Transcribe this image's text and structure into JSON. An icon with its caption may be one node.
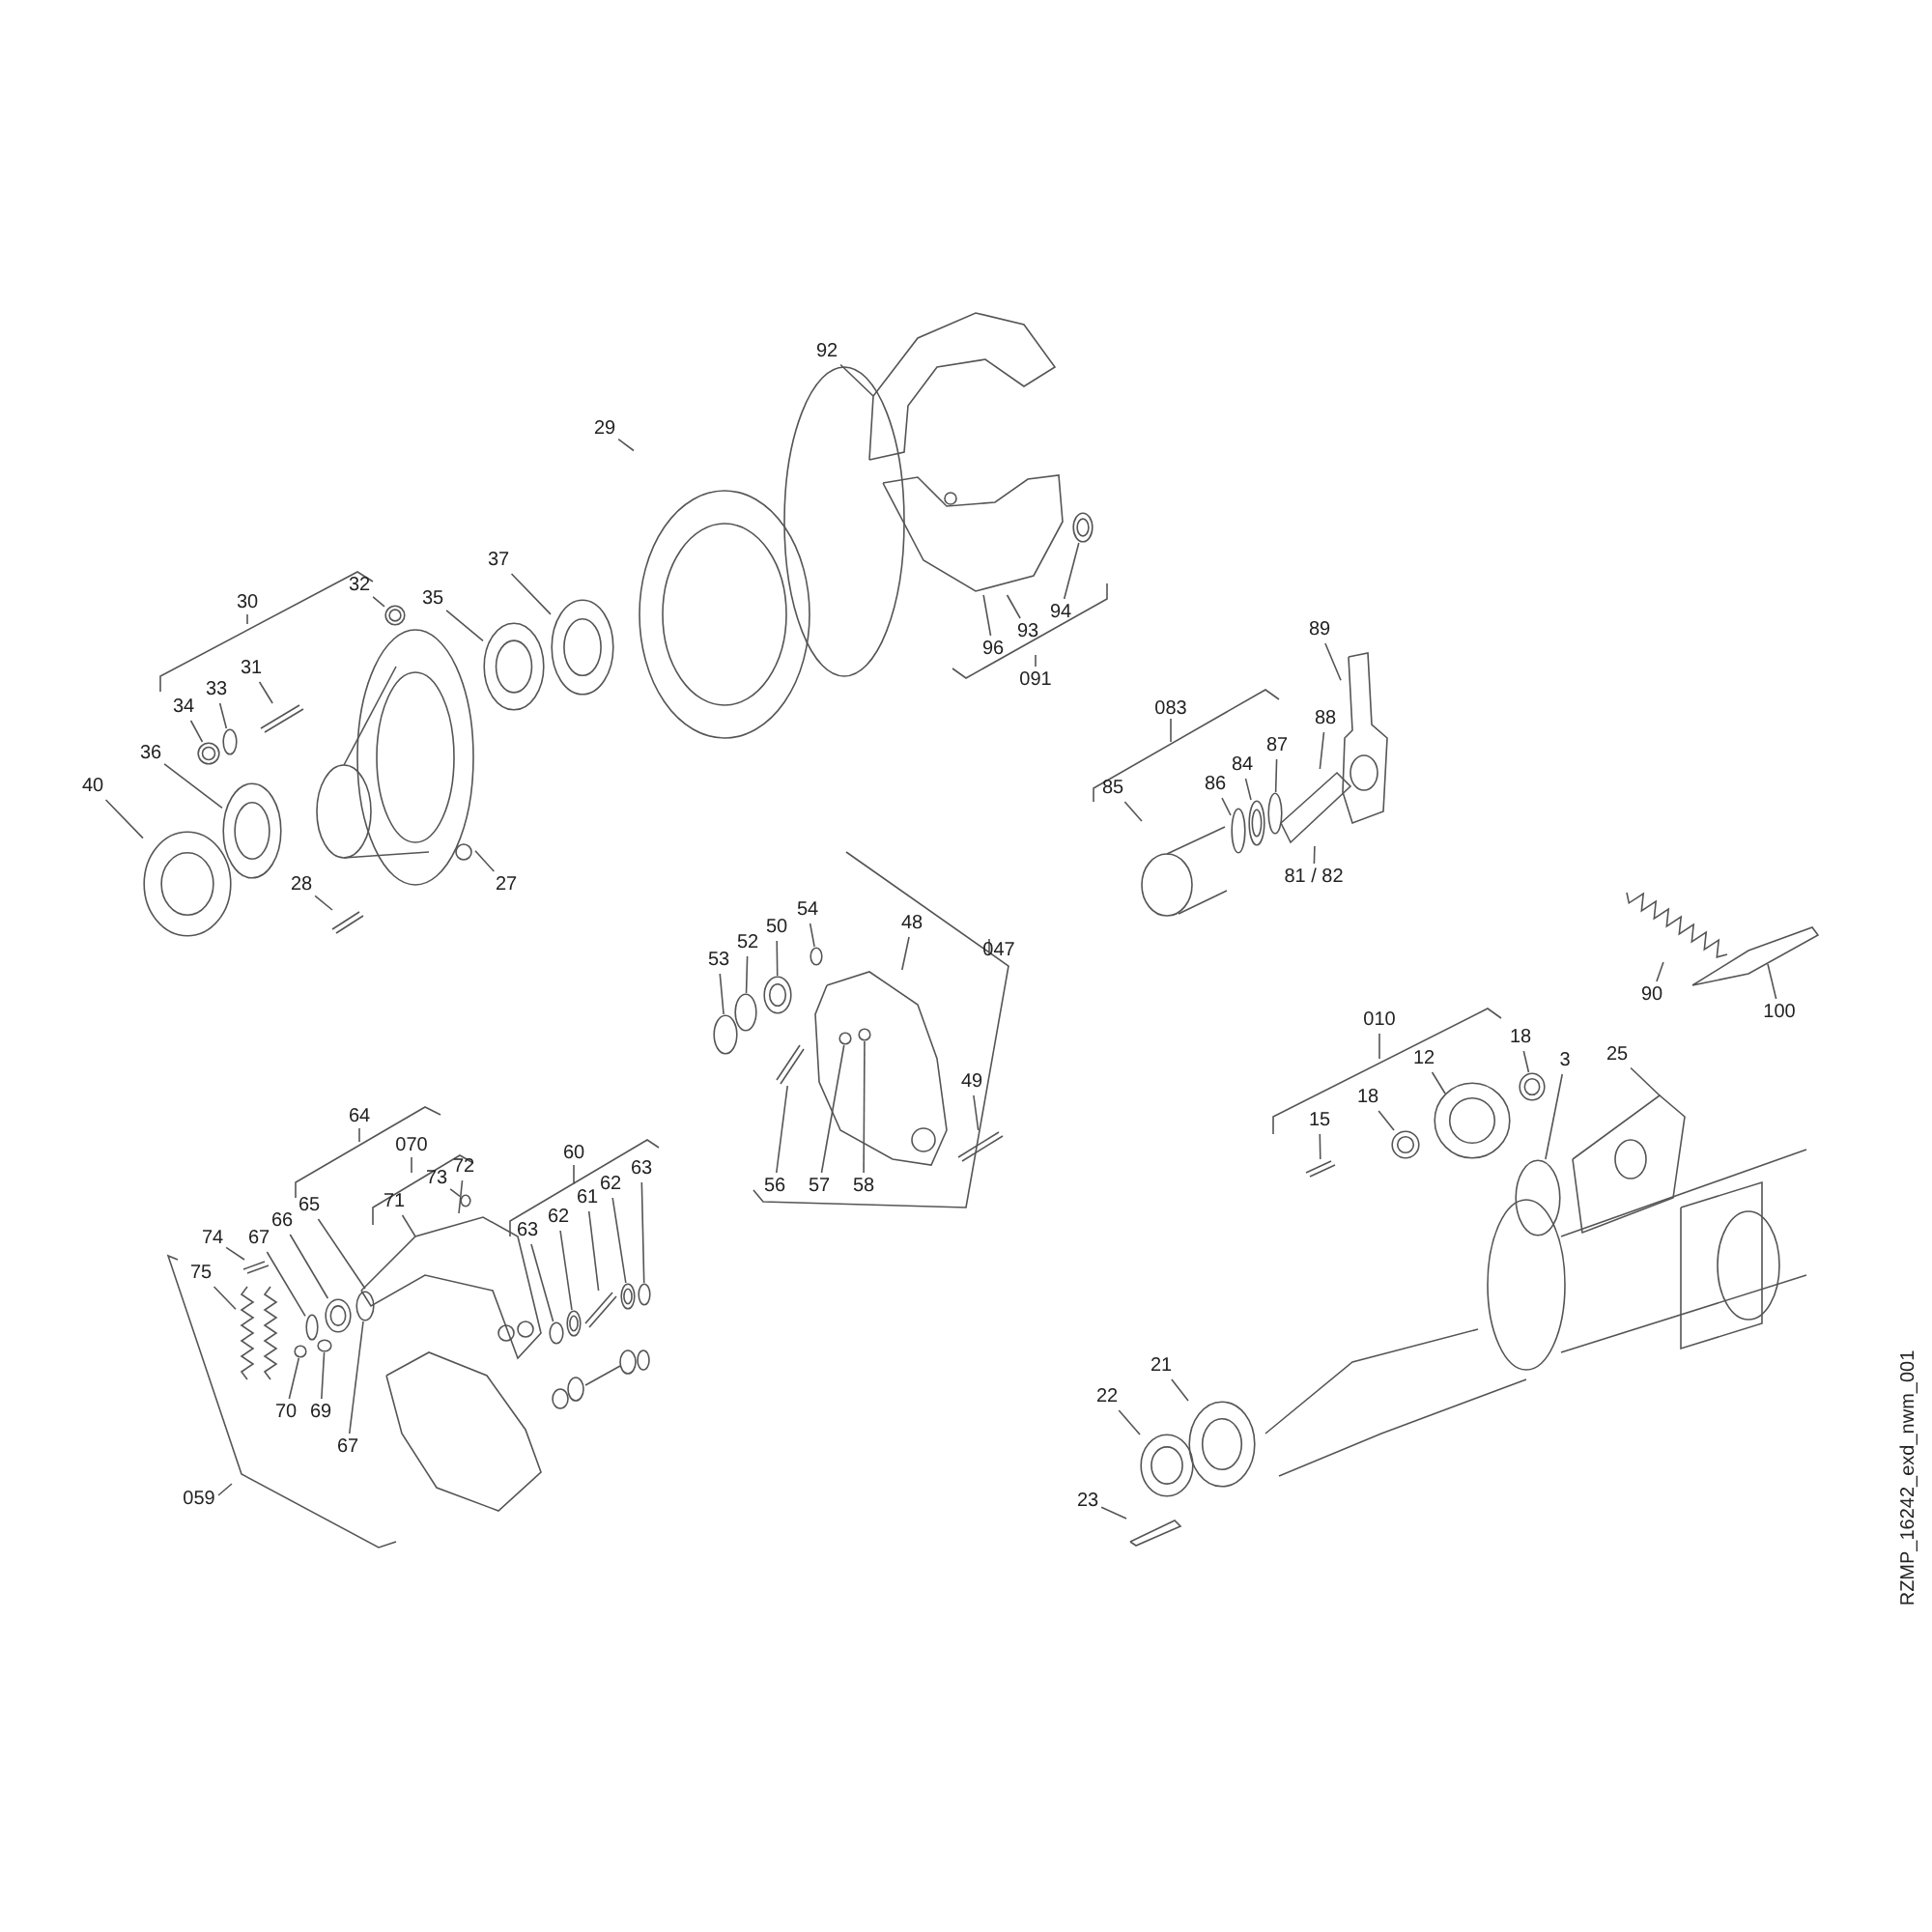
{
  "diagram": {
    "nodes": [
      {
        "text": [
          "92"
        ]
      },
      {
        "text": [
          "29"
        ]
      },
      {
        "text": [
          "96"
        ]
      },
      {
        "text": [
          "93"
        ]
      },
      {
        "text": [
          "94"
        ]
      },
      {
        "text": [
          "37"
        ]
      },
      {
        "text": [
          "35"
        ]
      },
      {
        "text": [
          "32"
        ]
      },
      {
        "text": [
          "31"
        ]
      },
      {
        "text": [
          "33"
        ]
      },
      {
        "text": [
          "34"
        ]
      },
      {
        "text": [
          "36"
        ]
      },
      {
        "text": [
          "40"
        ]
      },
      {
        "text": [
          "28"
        ]
      },
      {
        "text": [
          "27"
        ]
      },
      {
        "text": [
          "89"
        ]
      },
      {
        "text": [
          "88"
        ]
      },
      {
        "text": [
          "87"
        ]
      },
      {
        "text": [
          "84"
        ]
      },
      {
        "text": [
          "86"
        ]
      },
      {
        "text": [
          "85"
        ]
      },
      {
        "text": [
          "81 / 82"
        ]
      },
      {
        "text": [
          "90"
        ]
      },
      {
        "text": [
          "100"
        ]
      },
      {
        "text": [
          "54"
        ]
      },
      {
        "text": [
          "48"
        ]
      },
      {
        "text": [
          "50"
        ]
      },
      {
        "text": [
          "52"
        ]
      },
      {
        "text": [
          "53"
        ]
      },
      {
        "text": [
          "49"
        ]
      },
      {
        "text": [
          "56"
        ]
      },
      {
        "text": [
          "57"
        ]
      },
      {
        "text": [
          "58"
        ]
      },
      {
        "text": [
          "18"
        ]
      },
      {
        "text": [
          "12"
        ]
      },
      {
        "text": [
          "3"
        ]
      },
      {
        "text": [
          "25"
        ]
      },
      {
        "text": [
          "18"
        ]
      },
      {
        "text": [
          "15"
        ]
      },
      {
        "text": [
          "72"
        ]
      },
      {
        "text": [
          "73"
        ]
      },
      {
        "text": [
          "71"
        ]
      },
      {
        "text": [
          "65"
        ]
      },
      {
        "text": [
          "66"
        ]
      },
      {
        "text": [
          "67"
        ]
      },
      {
        "text": [
          "74"
        ]
      },
      {
        "text": [
          "75"
        ]
      },
      {
        "text": [
          "63"
        ]
      },
      {
        "text": [
          "62"
        ]
      },
      {
        "text": [
          "61"
        ]
      },
      {
        "text": [
          "62"
        ]
      },
      {
        "text": [
          "63"
        ]
      },
      {
        "text": [
          "70"
        ]
      },
      {
        "text": [
          "69"
        ]
      },
      {
        "text": [
          "67"
        ]
      },
      {
        "text": [
          "21"
        ]
      },
      {
        "text": [
          "22"
        ]
      },
      {
        "text": [
          "23"
        ]
      },
      {
        "text": [],
        "shape": "picture"
      },
      {
        "text": [],
        "shape": "picture"
      },
      {
        "text": [],
        "shape": "picture"
      },
      {
        "text": [],
        "shape": "picture"
      },
      {
        "text": [],
        "shape": "picture"
      },
      {
        "text": [],
        "shape": "picture"
      },
      {
        "text": [],
        "shape": "picture"
      },
      {
        "text": [],
        "shape": "picture"
      },
      {
        "text": [],
        "shape": "circle"
      },
      {
        "text": [],
        "shape": "picture"
      },
      {
        "text": [],
        "shape": "picture"
      },
      {
        "text": [],
        "shape": "picture"
      },
      {
        "text": [],
        "shape": "picture"
      },
      {
        "text": [],
        "shape": "picture"
      },
      {
        "text": [],
        "shape": "picture"
      },
      {
        "text": [],
        "shape": "picture"
      },
      {
        "text": [],
        "shape": "circle"
      },
      {
        "text": [],
        "shape": "picture"
      },
      {
        "text": [],
        "shape": "circle"
      },
      {
        "text": [],
        "shape": "picture"
      },
      {
        "text": [],
        "shape": "picture"
      },
      {
        "text": [],
        "shape": "picture"
      },
      {
        "text": [],
        "shape": "circle"
      },
      {
        "text": [],
        "shape": "picture"
      },
      {
        "text": [],
        "shape": "picture"
      },
      {
        "text": [],
        "shape": "circle"
      },
      {
        "text": [],
        "shape": "circle"
      },
      {
        "text": [],
        "shape": "picture"
      },
      {
        "text": [],
        "shape": "picture"
      },
      {
        "text": [],
        "shape": "circle",
        "in": 81
      },
      {
        "text": [],
        "shape": "circle",
        "in": 81
      },
      {
        "text": [],
        "shape": "picture"
      },
      {
        "text": [],
        "shape": "picture"
      },
      {
        "text": [],
        "shape": "circle"
      },
      {
        "text": [],
        "shape": "picture"
      },
      {
        "text": [],
        "shape": "picture"
      },
      {
        "text": [],
        "shape": "picture"
      },
      {
        "text": [],
        "shape": "picture"
      },
      {
        "text": [],
        "shape": "circle"
      },
      {
        "text": [],
        "shape": "picture"
      },
      {
        "text": [],
        "shape": "circle"
      },
      {
        "text": [],
        "shape": "picture"
      },
      {
        "text": [],
        "shape": "picture"
      },
      {
        "text": [],
        "shape": "circle"
      },
      {
        "text": [],
        "shape": "picture"
      },
      {
        "text": [],
        "shape": "picture"
      },
      {
        "text": [],
        "shape": "picture"
      },
      {
        "text": [],
        "shape": "circle"
      },
      {
        "text": [],
        "shape": "circle"
      },
      {
        "text": [],
        "shape": "circle"
      },
      {
        "text": [],
        "shape": "circle"
      },
      {
        "text": [],
        "shape": "picture"
      },
      {
        "text": [],
        "shape": "picture"
      },
      {
        "text": [],
        "shape": "picture"
      }
    ],
    "edges": [
      {
        "from": 0,
        "to": 58,
        "arrow": "none"
      },
      {
        "from": 1,
        "to": 59,
        "arrow": "none"
      },
      {
        "from": 2,
        "to": 60,
        "arrow": "none"
      },
      {
        "from": 3,
        "to": 60,
        "arrow": "none"
      },
      {
        "from": 4,
        "to": 61,
        "arrow": "none"
      },
      {
        "from": 5,
        "to": 62,
        "arrow": "none"
      },
      {
        "from": 6,
        "to": 63,
        "arrow": "none"
      },
      {
        "from": 7,
        "to": 64,
        "arrow": "none"
      },
      {
        "from": 8,
        "to": 65,
        "arrow": "none"
      },
      {
        "from": 9,
        "to": 66,
        "arrow": "none"
      },
      {
        "from": 10,
        "to": 67,
        "arrow": "none"
      },
      {
        "from": 11,
        "to": 68,
        "arrow": "none"
      },
      {
        "from": 12,
        "to": 69,
        "arrow": "none"
      },
      {
        "from": 13,
        "to": 70,
        "arrow": "none"
      },
      {
        "from": 14,
        "to": 71,
        "arrow": "none"
      },
      {
        "from": 15,
        "to": 72,
        "arrow": "none"
      },
      {
        "from": 16,
        "to": 73,
        "arrow": "none"
      },
      {
        "from": 17,
        "to": 74,
        "arrow": "none"
      },
      {
        "from": 18,
        "to": 75,
        "arrow": "none"
      },
      {
        "from": 19,
        "to": 76,
        "arrow": "none"
      },
      {
        "from": 20,
        "to": 77,
        "arrow": "none"
      },
      {
        "from": 21,
        "to": 73,
        "arrow": "none"
      },
      {
        "from": 22,
        "to": 78,
        "arrow": "none"
      },
      {
        "from": 23,
        "to": 79,
        "arrow": "none"
      },
      {
        "from": 24,
        "to": 80,
        "arrow": "none"
      },
      {
        "from": 25,
        "to": 81,
        "arrow": "none"
      },
      {
        "from": 26,
        "to": 82,
        "arrow": "none"
      },
      {
        "from": 27,
        "to": 83,
        "arrow": "none"
      },
      {
        "from": 28,
        "to": 84,
        "arrow": "none"
      },
      {
        "from": 29,
        "to": 85,
        "arrow": "none"
      },
      {
        "from": 30,
        "to": 86,
        "arrow": "none"
      },
      {
        "from": 31,
        "to": 87,
        "arrow": "none"
      },
      {
        "from": 32,
        "to": 88,
        "arrow": "none"
      },
      {
        "from": 33,
        "to": 89,
        "arrow": "none"
      },
      {
        "from": 34,
        "to": 90,
        "arrow": "none"
      },
      {
        "from": 35,
        "to": 91,
        "arrow": "none"
      },
      {
        "from": 36,
        "to": 92,
        "arrow": "none"
      },
      {
        "from": 37,
        "to": 93,
        "arrow": "none"
      },
      {
        "from": 38,
        "to": 94,
        "arrow": "none"
      },
      {
        "from": 39,
        "to": 95,
        "arrow": "none"
      },
      {
        "from": 40,
        "to": 96,
        "arrow": "none"
      },
      {
        "from": 41,
        "to": 95,
        "arrow": "none"
      },
      {
        "from": 42,
        "to": 95,
        "arrow": "none"
      },
      {
        "from": 43,
        "to": 97,
        "arrow": "none"
      },
      {
        "from": 44,
        "to": 98,
        "arrow": "none"
      },
      {
        "from": 45,
        "to": 99,
        "arrow": "none"
      },
      {
        "from": 46,
        "to": 100,
        "arrow": "none"
      },
      {
        "from": 47,
        "to": 101,
        "arrow": "none"
      },
      {
        "from": 48,
        "to": 102,
        "arrow": "none"
      },
      {
        "from": 49,
        "to": 103,
        "arrow": "none"
      },
      {
        "from": 50,
        "to": 104,
        "arrow": "none"
      },
      {
        "from": 51,
        "to": 105,
        "arrow": "none"
      },
      {
        "from": 52,
        "to": 106,
        "arrow": "none"
      },
      {
        "from": 53,
        "to": 107,
        "arrow": "none"
      },
      {
        "from": 54,
        "to": 108,
        "arrow": "none"
      },
      {
        "from": 55,
        "to": 109,
        "arrow": "none"
      },
      {
        "from": 56,
        "to": 110,
        "arrow": "none"
      },
      {
        "from": 57,
        "to": 111,
        "arrow": "none"
      }
    ],
    "labels": [
      "30",
      "091",
      "083",
      "047",
      "010",
      "64",
      "070",
      "60",
      "059",
      "RZMP_16242_exd_nwm_001"
    ]
  }
}
